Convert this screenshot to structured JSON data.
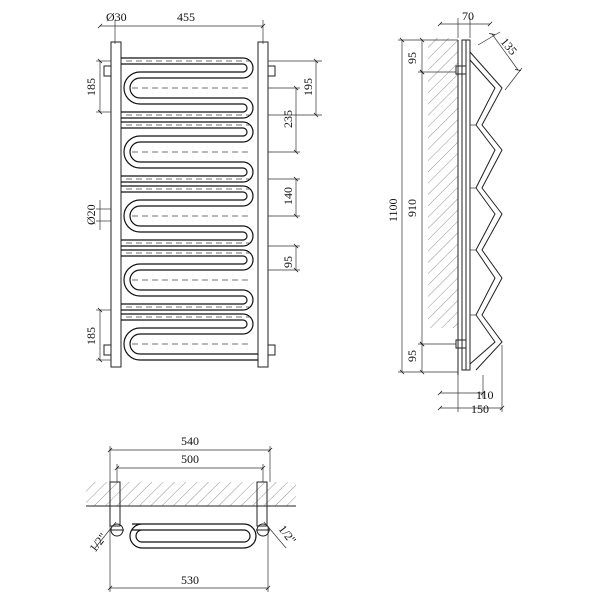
{
  "front_view": {
    "top_left_diameter": "Ø30",
    "top_width": "455",
    "left_top_spacing": "185",
    "right_spacing_a": "195",
    "right_spacing_b": "235",
    "side_diameter": "Ø20",
    "right_spacing_c": "140",
    "right_spacing_d": "95",
    "left_bottom_spacing": "185"
  },
  "side_view": {
    "top_depth": "70",
    "angle_size": "135",
    "top_offset": "95",
    "overall_height": "1100",
    "center_height": "910",
    "bottom_offset": "95",
    "bottom_depth_a": "110",
    "bottom_depth_b": "150"
  },
  "bottom_view": {
    "overall_width": "540",
    "center_width": "500",
    "bottom_width": "530",
    "left_thread": "1/2\"",
    "right_thread": "1/2\""
  }
}
